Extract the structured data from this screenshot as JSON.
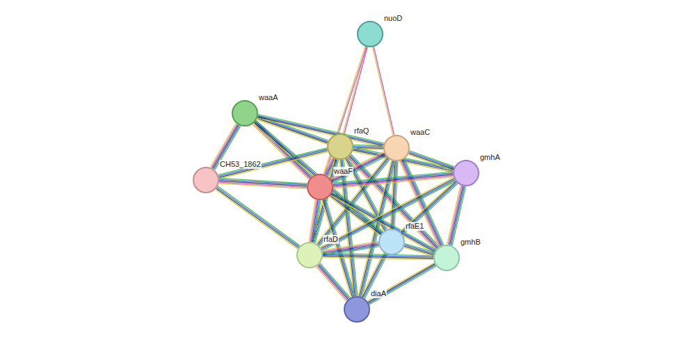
{
  "diagram": {
    "nodes": [
      {
        "text": [
          "nuoD"
        ]
      },
      {
        "text": [
          "waaA"
        ]
      },
      {
        "text": [
          "rfaQ"
        ]
      },
      {
        "text": [
          "waaC"
        ]
      },
      {
        "text": [
          "gmhA"
        ]
      },
      {
        "text": [
          "CH53_1862"
        ]
      },
      {
        "text": [
          "waaF"
        ]
      },
      {
        "text": [
          "rfaE1"
        ]
      },
      {
        "text": [
          "rfaD"
        ]
      },
      {
        "text": [
          "gmhB"
        ]
      },
      {
        "text": [
          "diaA"
        ]
      }
    ],
    "edges": [
      {
        "from": 0,
        "to": 2,
        "arrow": "none"
      },
      {
        "from": 0,
        "to": 6,
        "arrow": "none"
      },
      {
        "from": 0,
        "to": 3,
        "arrow": "none"
      },
      {
        "from": 1,
        "to": 5,
        "arrow": "none"
      },
      {
        "from": 1,
        "to": 2,
        "arrow": "none"
      },
      {
        "from": 1,
        "to": 3,
        "arrow": "none"
      },
      {
        "from": 1,
        "to": 6,
        "arrow": "none"
      },
      {
        "from": 1,
        "to": 7,
        "arrow": "none"
      },
      {
        "from": 5,
        "to": 2,
        "arrow": "none"
      },
      {
        "from": 5,
        "to": 6,
        "arrow": "none"
      },
      {
        "from": 5,
        "to": 8,
        "arrow": "none"
      },
      {
        "from": 2,
        "to": 3,
        "arrow": "none"
      },
      {
        "from": 2,
        "to": 6,
        "arrow": "none"
      },
      {
        "from": 2,
        "to": 4,
        "arrow": "none"
      },
      {
        "from": 2,
        "to": 7,
        "arrow": "none"
      },
      {
        "from": 2,
        "to": 9,
        "arrow": "none"
      },
      {
        "from": 2,
        "to": 8,
        "arrow": "none"
      },
      {
        "from": 2,
        "to": 10,
        "arrow": "none"
      },
      {
        "from": 3,
        "to": 6,
        "arrow": "none"
      },
      {
        "from": 3,
        "to": 4,
        "arrow": "none"
      },
      {
        "from": 3,
        "to": 7,
        "arrow": "none"
      },
      {
        "from": 3,
        "to": 9,
        "arrow": "none"
      },
      {
        "from": 3,
        "to": 8,
        "arrow": "none"
      },
      {
        "from": 3,
        "to": 10,
        "arrow": "none"
      },
      {
        "from": 6,
        "to": 4,
        "arrow": "none"
      },
      {
        "from": 6,
        "to": 7,
        "arrow": "none"
      },
      {
        "from": 6,
        "to": 9,
        "arrow": "none"
      },
      {
        "from": 6,
        "to": 8,
        "arrow": "none"
      },
      {
        "from": 6,
        "to": 10,
        "arrow": "none"
      },
      {
        "from": 4,
        "to": 7,
        "arrow": "none"
      },
      {
        "from": 4,
        "to": 9,
        "arrow": "none"
      },
      {
        "from": 4,
        "to": 8,
        "arrow": "none"
      },
      {
        "from": 7,
        "to": 9,
        "arrow": "none"
      },
      {
        "from": 7,
        "to": 8,
        "arrow": "none"
      },
      {
        "from": 7,
        "to": 10,
        "arrow": "none"
      },
      {
        "from": 8,
        "to": 9,
        "arrow": "none"
      },
      {
        "from": 8,
        "to": 10,
        "arrow": "none"
      },
      {
        "from": 9,
        "to": 10,
        "arrow": "none"
      }
    ]
  }
}
